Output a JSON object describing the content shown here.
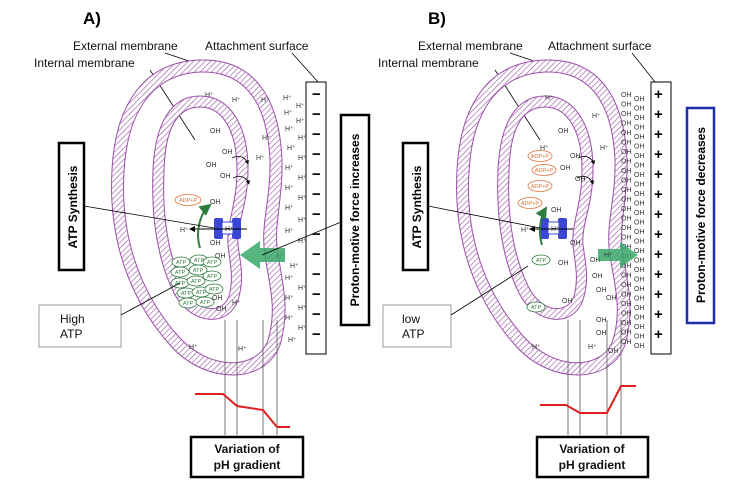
{
  "panels": [
    {
      "letter": "A)",
      "external_membrane": "External membrane",
      "internal_membrane": "Internal membrane",
      "attachment_surface": "Attachment surface",
      "synthesis_label": "ATP Synthesis",
      "force_label": "Proton-motive force  increases",
      "atp_box": [
        "High",
        "ATP"
      ],
      "ph_box": [
        "Variation of",
        "pH gradient"
      ],
      "adp": "ADP+P",
      "atp_molecule": "ATP",
      "proton": "H⁺",
      "hydroxide": "OH",
      "surface_sign": "−",
      "colors": {
        "force_box": "#000000",
        "arrow": "#3aa86a"
      }
    },
    {
      "letter": "B)",
      "external_membrane": "External membrane",
      "internal_membrane": "Internal membrane",
      "attachment_surface": "Attachment surface",
      "synthesis_label": "ATP Synthesis",
      "force_label": "Proton-motive force decreases",
      "atp_box": [
        "low",
        "ATP"
      ],
      "ph_box": [
        "Variation of",
        "pH gradient"
      ],
      "adp": "ADP+P",
      "atp_molecule": "ATP",
      "proton": "H⁺",
      "hydroxide": "OH",
      "surface_sign": "+",
      "colors": {
        "force_box": "#1b2fa8",
        "arrow": "#3aa86a"
      }
    }
  ],
  "colors": {
    "membrane": "#9b4fa8",
    "synthase": "#3a46d6",
    "adp": "#e0703a",
    "atp": "#2e7d3e",
    "ph_line": "#e02020"
  }
}
